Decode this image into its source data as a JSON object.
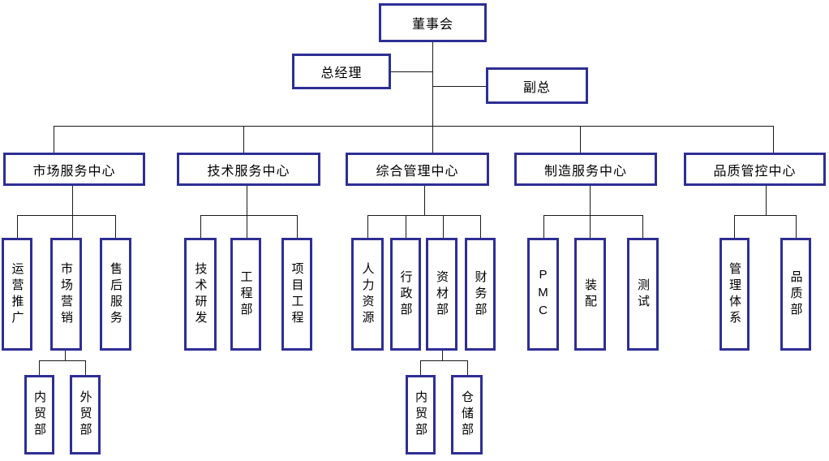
{
  "org": {
    "board": "董事会",
    "general_manager": "总经理",
    "deputy_general_manager": "副总",
    "centers": [
      {
        "label": "市场服务中心",
        "departments": [
          {
            "label": "运营推广"
          },
          {
            "label": "市场营销",
            "sub_departments": [
              {
                "label": "内贸部"
              },
              {
                "label": "外贸部"
              }
            ]
          },
          {
            "label": "售后服务"
          }
        ]
      },
      {
        "label": "技术服务中心",
        "departments": [
          {
            "label": "技术研发"
          },
          {
            "label": "工程部"
          },
          {
            "label": "项目工程"
          }
        ]
      },
      {
        "label": "综合管理中心",
        "departments": [
          {
            "label": "人力资源"
          },
          {
            "label": "行政部"
          },
          {
            "label": "资材部",
            "sub_departments": [
              {
                "label": "内贸部"
              },
              {
                "label": "仓储部"
              }
            ]
          },
          {
            "label": "财务部"
          }
        ]
      },
      {
        "label": "制造服务中心",
        "departments": [
          {
            "label": "PMC"
          },
          {
            "label": "装配"
          },
          {
            "label": "测试"
          }
        ]
      },
      {
        "label": "品质管控中心",
        "departments": [
          {
            "label": "管理体系"
          },
          {
            "label": "品质部"
          }
        ]
      }
    ]
  },
  "colors": {
    "box_border": "#2e2e95",
    "connector": "#1a1a1a",
    "text": "#000000",
    "background": "#ffffff"
  }
}
